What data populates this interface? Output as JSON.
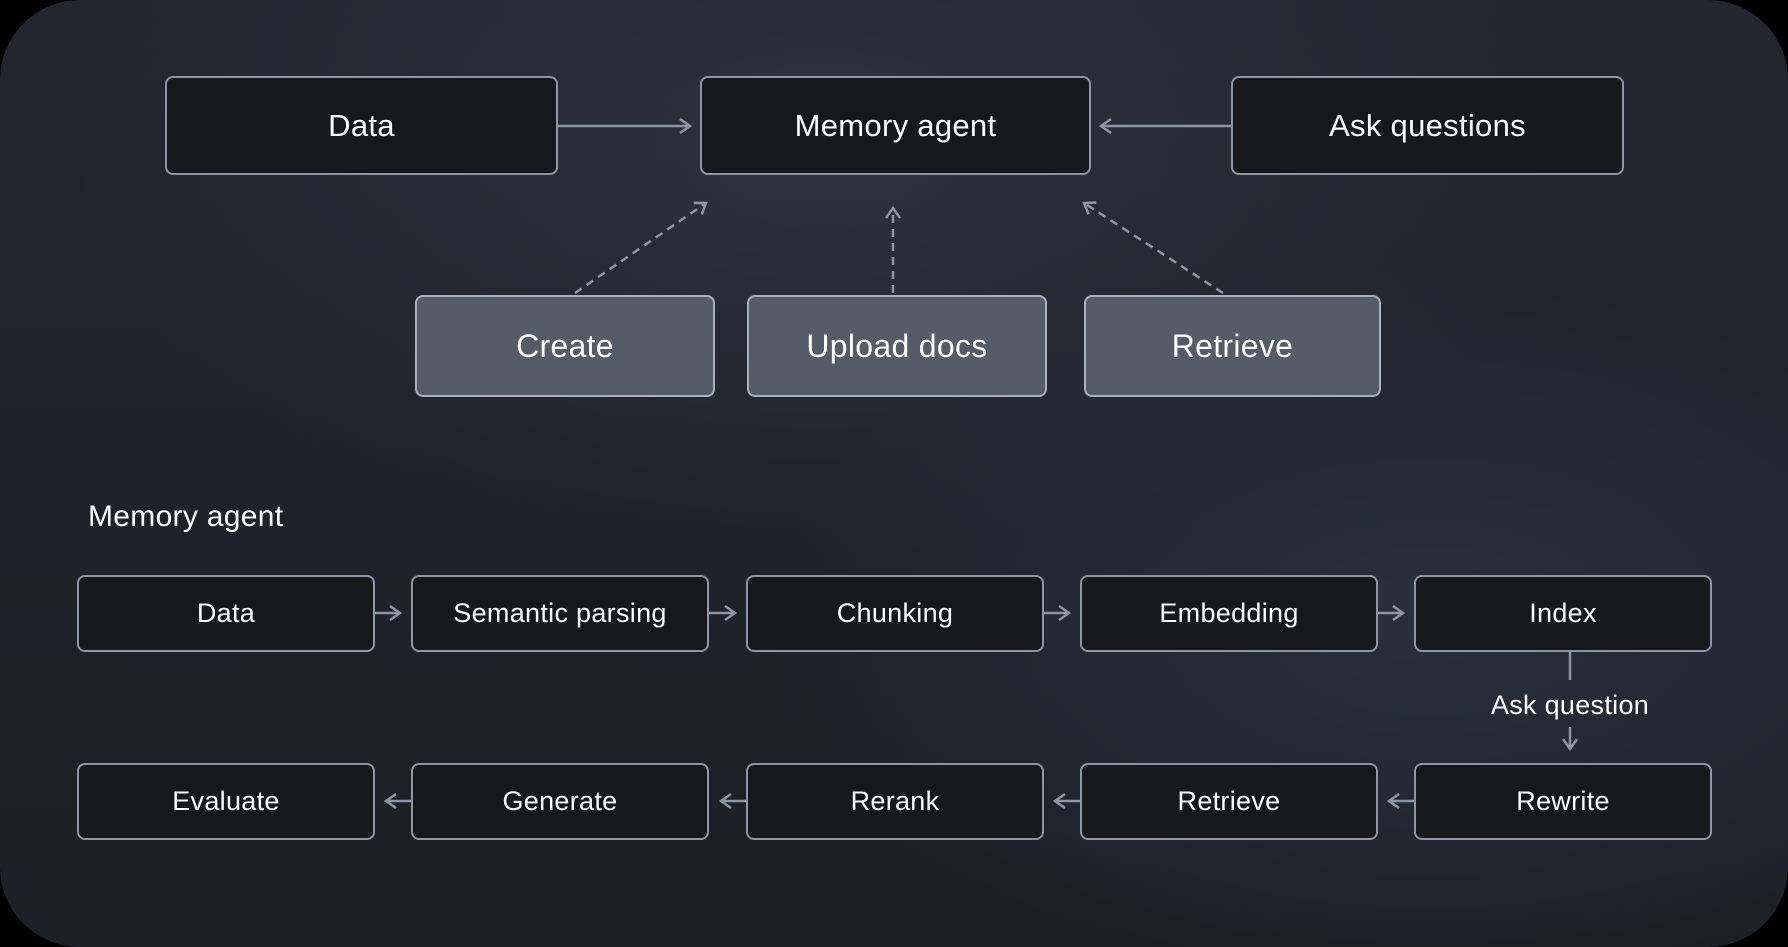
{
  "diagram": {
    "top": {
      "nodes": [
        {
          "id": "data",
          "label": "Data"
        },
        {
          "id": "memory-agent",
          "label": "Memory agent"
        },
        {
          "id": "ask-questions",
          "label": "Ask questions"
        }
      ],
      "actions": [
        {
          "id": "create",
          "label": "Create"
        },
        {
          "id": "upload-docs",
          "label": "Upload docs"
        },
        {
          "id": "retrieve",
          "label": "Retrieve"
        }
      ],
      "connections": [
        "Data -> Memory agent",
        "Ask questions -> Memory agent",
        "Create -> Memory agent (dashed)",
        "Upload docs -> Memory agent (dashed)",
        "Retrieve -> Memory agent (dashed)"
      ]
    },
    "detail": {
      "section_label": "Memory agent",
      "ingest_flow": [
        {
          "label": "Data"
        },
        {
          "label": "Semantic parsing"
        },
        {
          "label": "Chunking"
        },
        {
          "label": "Embedding"
        },
        {
          "label": "Index"
        }
      ],
      "branch_label": "Ask question",
      "answer_flow": [
        {
          "label": "Evaluate"
        },
        {
          "label": "Generate"
        },
        {
          "label": "Rerank"
        },
        {
          "label": "Retrieve"
        },
        {
          "label": "Rewrite"
        }
      ],
      "connections": [
        "Data -> Semantic parsing -> Chunking -> Embedding -> Index",
        "Index -> (Ask question) -> Rewrite",
        "Rewrite -> Retrieve -> Rerank -> Generate -> Evaluate"
      ]
    },
    "colors": {
      "background": "#20242c",
      "node_fill_dark": "#17181c",
      "node_fill_gray": "#565c67",
      "stroke": "#8e96a6",
      "stroke_light": "#a9b0bc",
      "text": "#fdfdfe"
    }
  }
}
